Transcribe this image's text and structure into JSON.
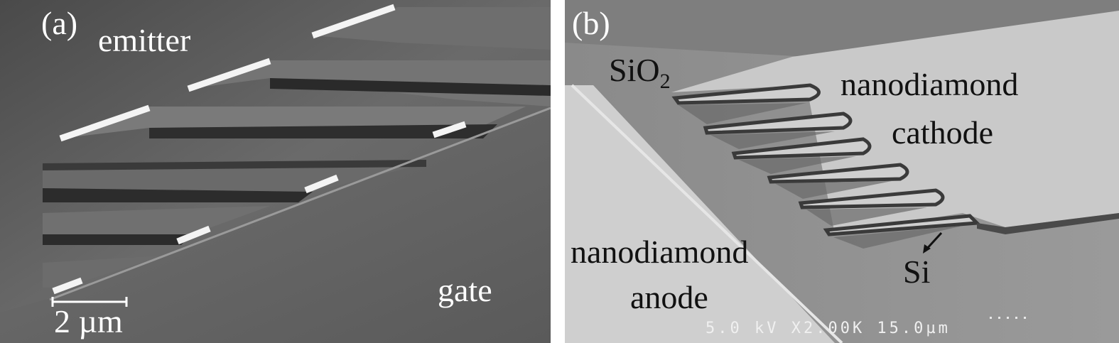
{
  "figure": {
    "panel_a": {
      "letter": "(a)",
      "labels": {
        "emitter": "emitter",
        "gate": "gate"
      },
      "scale_bar": "2 µm"
    },
    "panel_b": {
      "letter": "(b)",
      "labels": {
        "sio2_main": "SiO",
        "sio2_sub": "2",
        "cathode_line1": "nanodiamond",
        "cathode_line2": "cathode",
        "anode_line1": "nanodiamond",
        "anode_line2": "anode",
        "si": "Si"
      },
      "sem_info": "5.0 kV X2.00K 15.0µm"
    }
  }
}
